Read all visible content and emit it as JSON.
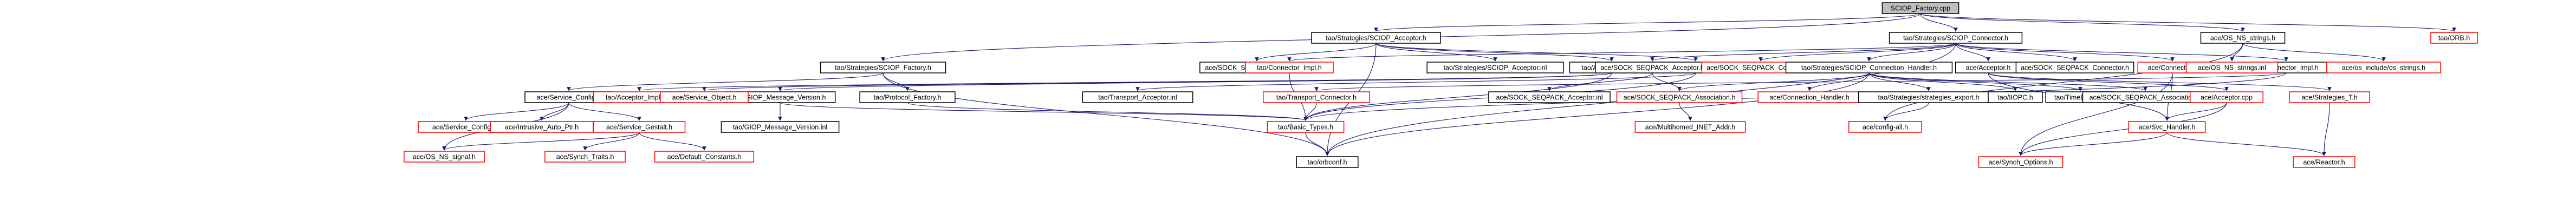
{
  "diagram": {
    "type": "include-dependency-graph",
    "colors": {
      "focus_fill": "#c0c0c0",
      "node_border": "#000000",
      "missing_border": "#ff0000",
      "edge": "#191970"
    },
    "nodes": [
      {
        "id": "n0",
        "label": "SCIOP_Factory.cpp",
        "kind": "focus"
      },
      {
        "id": "n1",
        "label": "tao/Strategies/SCIOP_Acceptor.h",
        "kind": "plain"
      },
      {
        "id": "n2",
        "label": "tao/Strategies/SCIOP_Connector.h",
        "kind": "plain"
      },
      {
        "id": "n3",
        "label": "ace/OS_NS_strings.h",
        "kind": "plain"
      },
      {
        "id": "n4",
        "label": "tao/ORB.h",
        "kind": "missing"
      },
      {
        "id": "n5",
        "label": "tao/Strategies/SCIOP_Factory.h",
        "kind": "plain"
      },
      {
        "id": "n6",
        "label": "ace/SOCK_SEQPACK_Acceptor.h",
        "kind": "plain"
      },
      {
        "id": "n7",
        "label": "tao/Strategies/SCIOP_Acceptor.inl",
        "kind": "plain"
      },
      {
        "id": "n8",
        "label": "tao/Acceptor_Impl.h",
        "kind": "plain"
      },
      {
        "id": "n9",
        "label": "tao/Transport_Acceptor.h",
        "kind": "plain"
      },
      {
        "id": "n10",
        "label": "tao/Connector_Impl.h",
        "kind": "missing"
      },
      {
        "id": "n11",
        "label": "ace/SOCK_SEQPACK_Acceptor.h",
        "kind": "plain"
      },
      {
        "id": "n12",
        "label": "ace/SOCK_SEQPACK_Connector.h",
        "kind": "missing"
      },
      {
        "id": "n13",
        "label": "tao/Strategies/SCIOP_Connection_Handler.h",
        "kind": "plain"
      },
      {
        "id": "n14",
        "label": "ace/Acceptor.h",
        "kind": "plain"
      },
      {
        "id": "n15",
        "label": "ace/SOCK_SEQPACK_Connector.h",
        "kind": "plain"
      },
      {
        "id": "n16",
        "label": "ace/Connector.h",
        "kind": "missing"
      },
      {
        "id": "n17",
        "label": "tao/Connector_Impl.h",
        "kind": "plain"
      },
      {
        "id": "n18",
        "label": "ace/OS_NS_strings.inl",
        "kind": "missing"
      },
      {
        "id": "n19",
        "label": "ace/os_include/os_strings.h",
        "kind": "missing"
      },
      {
        "id": "n20",
        "label": "ace/Service_Config.h",
        "kind": "plain"
      },
      {
        "id": "n21",
        "label": "tao/GIOP_Message_Version.h",
        "kind": "plain"
      },
      {
        "id": "n22",
        "label": "tao/Protocol_Factory.h",
        "kind": "plain"
      },
      {
        "id": "n23",
        "label": "tao/Acceptor_Impl.cpp",
        "kind": "missing"
      },
      {
        "id": "n24",
        "label": "ace/Service_Object.h",
        "kind": "missing"
      },
      {
        "id": "n25",
        "label": "tao/Transport_Acceptor.inl",
        "kind": "plain"
      },
      {
        "id": "n26",
        "label": "tao/Transport_Connector.h",
        "kind": "missing"
      },
      {
        "id": "n27",
        "label": "ace/SOCK_SEQPACK_Acceptor.inl",
        "kind": "plain"
      },
      {
        "id": "n28",
        "label": "ace/SOCK_SEQPACK_Association.h",
        "kind": "missing"
      },
      {
        "id": "n29",
        "label": "ace/Connection_Handler.h",
        "kind": "missing"
      },
      {
        "id": "n30",
        "label": "tao/Strategies/strategies_export.h",
        "kind": "plain"
      },
      {
        "id": "n31",
        "label": "tao/IIOPC.h",
        "kind": "plain"
      },
      {
        "id": "n32",
        "label": "tao/TimeBaseC.h",
        "kind": "plain"
      },
      {
        "id": "n33",
        "label": "ace/SOCK_SEQPACK_Association.h",
        "kind": "plain"
      },
      {
        "id": "n34",
        "label": "ace/Acceptor.cpp",
        "kind": "missing"
      },
      {
        "id": "n35",
        "label": "ace/Strategies_T.h",
        "kind": "missing"
      },
      {
        "id": "n36",
        "label": "ace/Service_Config.inl",
        "kind": "missing"
      },
      {
        "id": "n37",
        "label": "ace/Intrusive_Auto_Ptr.h",
        "kind": "missing"
      },
      {
        "id": "n38",
        "label": "ace/Service_Gestalt.h",
        "kind": "missing"
      },
      {
        "id": "n39",
        "label": "tao/GIOP_Message_Version.inl",
        "kind": "plain"
      },
      {
        "id": "n40",
        "label": "tao/Basic_Types.h",
        "kind": "missing"
      },
      {
        "id": "n41",
        "label": "ace/Multihomed_INET_Addr.h",
        "kind": "missing"
      },
      {
        "id": "n42",
        "label": "ace/config-all.h",
        "kind": "missing"
      },
      {
        "id": "n43",
        "label": "ace/Svc_Handler.h",
        "kind": "missing"
      },
      {
        "id": "n44",
        "label": "ace/OS_NS_signal.h",
        "kind": "missing"
      },
      {
        "id": "n45",
        "label": "ace/Synch_Traits.h",
        "kind": "missing"
      },
      {
        "id": "n46",
        "label": "ace/Default_Constants.h",
        "kind": "missing"
      },
      {
        "id": "n47",
        "label": "tao/orbconf.h",
        "kind": "plain"
      },
      {
        "id": "n48",
        "label": "ace/Synch_Options.h",
        "kind": "missing"
      },
      {
        "id": "n49",
        "label": "ace/Reactor.h",
        "kind": "missing"
      }
    ],
    "edges": [
      [
        "n0",
        "n1"
      ],
      [
        "n0",
        "n2"
      ],
      [
        "n0",
        "n3"
      ],
      [
        "n0",
        "n4"
      ],
      [
        "n0",
        "n5"
      ],
      [
        "n1",
        "n6"
      ],
      [
        "n1",
        "n7"
      ],
      [
        "n1",
        "n8"
      ],
      [
        "n1",
        "n9"
      ],
      [
        "n1",
        "n47"
      ],
      [
        "n2",
        "n10"
      ],
      [
        "n2",
        "n11"
      ],
      [
        "n2",
        "n12"
      ],
      [
        "n2",
        "n13"
      ],
      [
        "n2",
        "n14"
      ],
      [
        "n2",
        "n15"
      ],
      [
        "n2",
        "n16"
      ],
      [
        "n2",
        "n17"
      ],
      [
        "n2",
        "n47"
      ],
      [
        "n3",
        "n18"
      ],
      [
        "n3",
        "n19"
      ],
      [
        "n3",
        "n42"
      ],
      [
        "n5",
        "n20"
      ],
      [
        "n5",
        "n22"
      ],
      [
        "n5",
        "n47"
      ],
      [
        "n8",
        "n23"
      ],
      [
        "n8",
        "n24"
      ],
      [
        "n8",
        "n21"
      ],
      [
        "n8",
        "n40"
      ],
      [
        "n9",
        "n25"
      ],
      [
        "n9",
        "n40"
      ],
      [
        "n10",
        "n40"
      ],
      [
        "n11",
        "n27"
      ],
      [
        "n11",
        "n28"
      ],
      [
        "n13",
        "n28"
      ],
      [
        "n13",
        "n29"
      ],
      [
        "n13",
        "n30"
      ],
      [
        "n13",
        "n31"
      ],
      [
        "n13",
        "n32"
      ],
      [
        "n13",
        "n33"
      ],
      [
        "n13",
        "n47"
      ],
      [
        "n14",
        "n34"
      ],
      [
        "n14",
        "n35"
      ],
      [
        "n14",
        "n43"
      ],
      [
        "n16",
        "n43"
      ],
      [
        "n16",
        "n48"
      ],
      [
        "n17",
        "n26"
      ],
      [
        "n17",
        "n40"
      ],
      [
        "n20",
        "n36"
      ],
      [
        "n20",
        "n37"
      ],
      [
        "n20",
        "n38"
      ],
      [
        "n20",
        "n44"
      ],
      [
        "n21",
        "n39"
      ],
      [
        "n21",
        "n40"
      ],
      [
        "n22",
        "n40"
      ],
      [
        "n26",
        "n40"
      ],
      [
        "n28",
        "n41"
      ],
      [
        "n30",
        "n42"
      ],
      [
        "n34",
        "n43"
      ],
      [
        "n34",
        "n48"
      ],
      [
        "n35",
        "n49"
      ],
      [
        "n38",
        "n45"
      ],
      [
        "n38",
        "n46"
      ],
      [
        "n38",
        "n44"
      ],
      [
        "n40",
        "n47"
      ],
      [
        "n43",
        "n48"
      ],
      [
        "n43",
        "n49"
      ]
    ]
  }
}
